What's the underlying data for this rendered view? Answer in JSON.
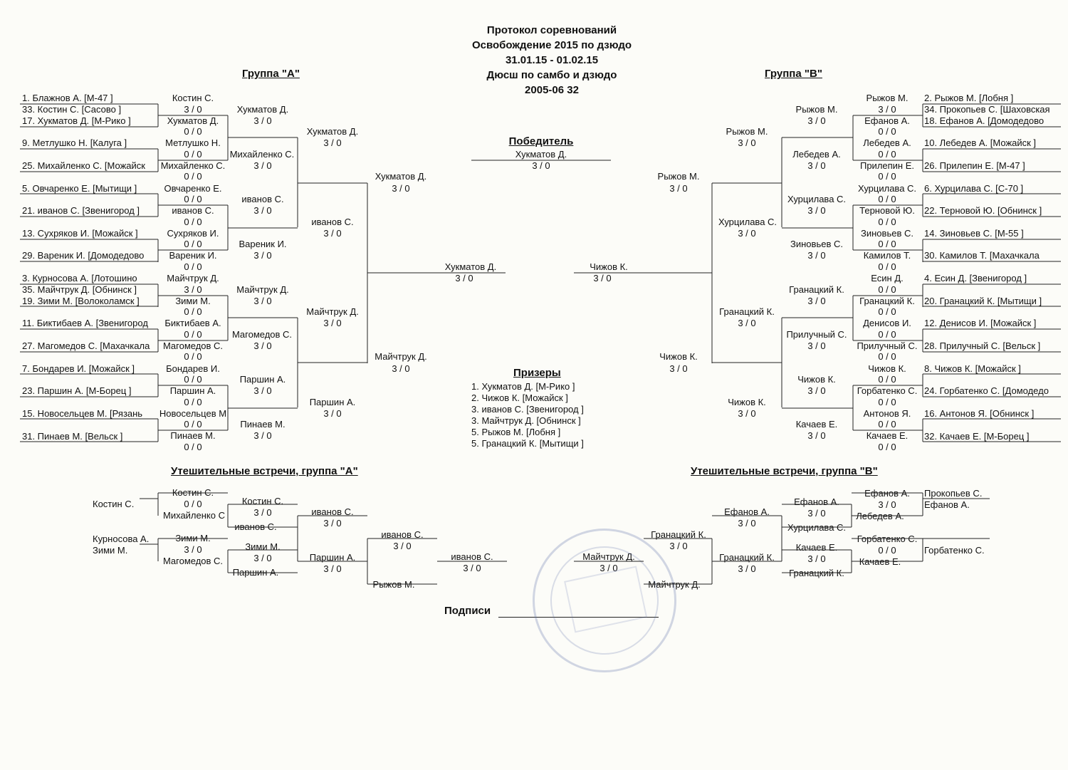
{
  "header": {
    "title": "Протокол соревнований",
    "event": "Освобождение 2015 по дзюдо",
    "dates": "31.01.15 - 01.02.15",
    "organizer": "Дюсш по самбо и дзюдо",
    "category": "2005-06 32"
  },
  "group_a": {
    "title": "Группа  \"А\"",
    "entries": [
      "1. Блажнов А.  [М-47   ]",
      "33. Костин С.  [Сасово   ]",
      "17. Хукматов Д.  [М-Рико   ]",
      "9. Метлушко Н.  [Калуга   ]",
      "25. Михайленко С.  [Можайск",
      "5. Овчаренко Е.  [Мытищи   ]",
      "21. иванов С.  [Звенигород   ]",
      "13. Сухряков И.  [Можайск   ]",
      "29. Вареник И.  [Домодедово",
      "3. Курносова А.  [Лотошино",
      "35. Майчтрук Д.  [Обнинск   ]",
      "19. Зими М.  [Волоколамск   ]",
      "11. Биктибаев А.  [Звенигород",
      "27. Магомедов С.  [Махачкала",
      "7. Бондарев И.  [Можайск   ]",
      "23. Паршин А.  [М-Борец   ]",
      "15. Новосельцев М.  [Рязань",
      "31. Пинаев М.  [Вельск   ]"
    ],
    "round1": [
      {
        "name": "Костин С.",
        "score": "3  /  0"
      },
      {
        "name": "Хукматов Д.",
        "score": "0  /  0"
      },
      {
        "name": "Метлушко Н.",
        "score": "0  /  0"
      },
      {
        "name": "Михайленко С.",
        "score": "0  /  0"
      },
      {
        "name": "Овчаренко Е.",
        "score": "0  /  0"
      },
      {
        "name": "иванов С.",
        "score": "0  /  0"
      },
      {
        "name": "Сухряков И.",
        "score": "0  /  0"
      },
      {
        "name": "Вареник И.",
        "score": "0  /  0"
      },
      {
        "name": "Майчтрук Д.",
        "score": "3  /  0"
      },
      {
        "name": "Зими М.",
        "score": "0  /  0"
      },
      {
        "name": "Биктибаев А.",
        "score": "0  /  0"
      },
      {
        "name": "Магомедов С.",
        "score": "0  /  0"
      },
      {
        "name": "Бондарев И.",
        "score": "0  /  0"
      },
      {
        "name": "Паршин А.",
        "score": "0  /  0"
      },
      {
        "name": "Новосельцев М",
        "score": "0  /  0"
      },
      {
        "name": "Пинаев М.",
        "score": "0  /  0"
      }
    ],
    "round2": [
      {
        "name": "Хукматов Д.",
        "score": "3  /  0"
      },
      {
        "name": "Михайленко С.",
        "score": "3  /  0"
      },
      {
        "name": "иванов С.",
        "score": "3  /  0"
      },
      {
        "name": "Вареник И.",
        "score": "3  /  0"
      },
      {
        "name": "Майчтрук Д.",
        "score": "3  /  0"
      },
      {
        "name": "Магомедов С.",
        "score": "3  /  0"
      },
      {
        "name": "Паршин А.",
        "score": "3  /  0"
      },
      {
        "name": "Пинаев М.",
        "score": "3  /  0"
      }
    ],
    "round3": [
      {
        "name": "Хукматов Д.",
        "score": "3  /  0"
      },
      {
        "name": "иванов С.",
        "score": "3  /  0"
      },
      {
        "name": "Майчтрук Д.",
        "score": "3  /  0"
      },
      {
        "name": "Паршин А.",
        "score": "3  /  0"
      }
    ],
    "round4": [
      {
        "name": "Хукматов Д.",
        "score": "3  /  0"
      },
      {
        "name": "Майчтрук Д.",
        "score": "3  /  0"
      }
    ],
    "final": {
      "name": "Хукматов Д.",
      "score": "3  /  0"
    }
  },
  "group_b": {
    "title": "Группа  \"В\"",
    "entries": [
      "2. Рыжов М.  [Лобня   ]",
      "34. Прокопьев С.  [Шаховская",
      "18. Ефанов А.  [Домодедово",
      "10. Лебедев А.  [Можайск   ]",
      "26. Прилепин Е.  [М-47   ]",
      "6. Хурцилава С.  [С-70   ]",
      "22. Терновой Ю.  [Обнинск   ]",
      "14. Зиновьев С.  [М-55   ]",
      "30. Камилов Т.  [Махачкала",
      "4. Есин Д.  [Звенигород   ]",
      "20. Гранацкий К.  [Мытищи   ]",
      "12. Денисов И.  [Можайск   ]",
      "28. Прилучный С.  [Вельск   ]",
      "8. Чижов К.  [Можайск   ]",
      "24. Горбатенко С.  [Домодедо",
      "16. Антонов Я.  [Обнинск   ]",
      "32. Качаев Е.  [М-Борец   ]"
    ],
    "round1": [
      {
        "name": "Рыжов М.",
        "score": "3  /  0"
      },
      {
        "name": "Ефанов А.",
        "score": "0  /  0"
      },
      {
        "name": "Лебедев А.",
        "score": "0  /  0"
      },
      {
        "name": "Прилепин Е.",
        "score": "0  /  0"
      },
      {
        "name": "Хурцилава С.",
        "score": "0  /  0"
      },
      {
        "name": "Терновой Ю.",
        "score": "0  /  0"
      },
      {
        "name": "Зиновьев С.",
        "score": "0  /  0"
      },
      {
        "name": "Камилов Т.",
        "score": "0  /  0"
      },
      {
        "name": "Есин Д.",
        "score": "0  /  0"
      },
      {
        "name": "Гранацкий К.",
        "score": "0  /  0"
      },
      {
        "name": "Денисов И.",
        "score": "0  /  0"
      },
      {
        "name": "Прилучный С.",
        "score": "0  /  0"
      },
      {
        "name": "Чижов К.",
        "score": "0  /  0"
      },
      {
        "name": "Горбатенко С.",
        "score": "0  /  0"
      },
      {
        "name": "Антонов Я.",
        "score": "0  /  0"
      },
      {
        "name": "Качаев Е.",
        "score": "0  /  0"
      }
    ],
    "round2": [
      {
        "name": "Рыжов М.",
        "score": "3  /  0"
      },
      {
        "name": "Лебедев А.",
        "score": "3  /  0"
      },
      {
        "name": "Хурцилава С.",
        "score": "3  /  0"
      },
      {
        "name": "Зиновьев С.",
        "score": "3  /  0"
      },
      {
        "name": "Гранацкий К.",
        "score": "3  /  0"
      },
      {
        "name": "Прилучный С.",
        "score": "3  /  0"
      },
      {
        "name": "Чижов К.",
        "score": "3  /  0"
      },
      {
        "name": "Качаев Е.",
        "score": "3  /  0"
      }
    ],
    "round3": [
      {
        "name": "Рыжов М.",
        "score": "3  /  0"
      },
      {
        "name": "Хурцилава С.",
        "score": "3  /  0"
      },
      {
        "name": "Гранацкий К.",
        "score": "3  /  0"
      },
      {
        "name": "Чижов К.",
        "score": "3  /  0"
      }
    ],
    "round4": [
      {
        "name": "Рыжов М.",
        "score": "3  /  0"
      },
      {
        "name": "Чижов К.",
        "score": "3  /  0"
      }
    ],
    "final": {
      "name": "Чижов К.",
      "score": "3  /  0"
    }
  },
  "winner": {
    "title": "Победитель",
    "name": "Хукматов Д.",
    "score": "3  /  0"
  },
  "prizes": {
    "title": "Призеры",
    "items": [
      "1. Хукматов Д.    [М-Рико    ]",
      "2. Чижов К.    [Можайск    ]",
      "3. иванов С.    [Звенигород    ]",
      "3. Майчтрук Д.    [Обнинск    ]",
      "5. Рыжов М.    [Лобня    ]",
      "5. Гранацкий К.    [Мытищи    ]"
    ]
  },
  "cons_a": {
    "title": "Утешительные встречи, группа \"А\"",
    "seeds": [
      "Костин С.",
      "Курносова А.",
      "Зими М."
    ],
    "r1": [
      {
        "top": "Костин С.",
        "score": "0  /  0",
        "bottom": "Михайленко С"
      },
      {
        "top": "Зими М.",
        "score": "3  /  0",
        "bottom": "Магомедов С."
      }
    ],
    "r2": [
      {
        "top": "Костин С.",
        "score": "3  /  0",
        "bottom": "иванов С."
      },
      {
        "top": "Зими М.",
        "score": "3  /  0",
        "bottom": "Паршин А."
      }
    ],
    "r3": [
      {
        "name": "иванов С.",
        "score": "3  /  0"
      },
      {
        "name": "Паршин А.",
        "score": "3  /  0"
      }
    ],
    "r4": {
      "name": "иванов С.",
      "score": "3  /  0",
      "bottom": "Рыжов М."
    },
    "r5": {
      "name": "иванов С.",
      "score": "3  /  0"
    }
  },
  "cons_b": {
    "title": "Утешительные встречи, группа \"В\"",
    "seeds": [
      "Прокопьев С.",
      "Ефанов А.",
      "Горбатенко С."
    ],
    "r1": [
      {
        "top": "Ефанов А.",
        "score": "3  /  0",
        "bottom": "Лебедев А."
      },
      {
        "top": "Горбатенко С.",
        "score": "0  /  0",
        "bottom": "Качаев Е."
      }
    ],
    "r2": [
      {
        "top": "Ефанов А.",
        "score": "3  /  0",
        "bottom": "Хурцилава С."
      },
      {
        "top": "Качаев Е.",
        "score": "3  /  0",
        "bottom": "Гранацкий К."
      }
    ],
    "r3": [
      {
        "name": "Ефанов А.",
        "score": "3  /  0"
      },
      {
        "name": "Гранацкий К.",
        "score": "3  /  0"
      }
    ],
    "r4": {
      "name": "Гранацкий К.",
      "score": "3  /  0",
      "bottom": "Майчтрук Д."
    },
    "r5": {
      "name": "Майчтрук Д.",
      "score": "3  /  0"
    }
  },
  "signature": {
    "label": "Подписи"
  }
}
